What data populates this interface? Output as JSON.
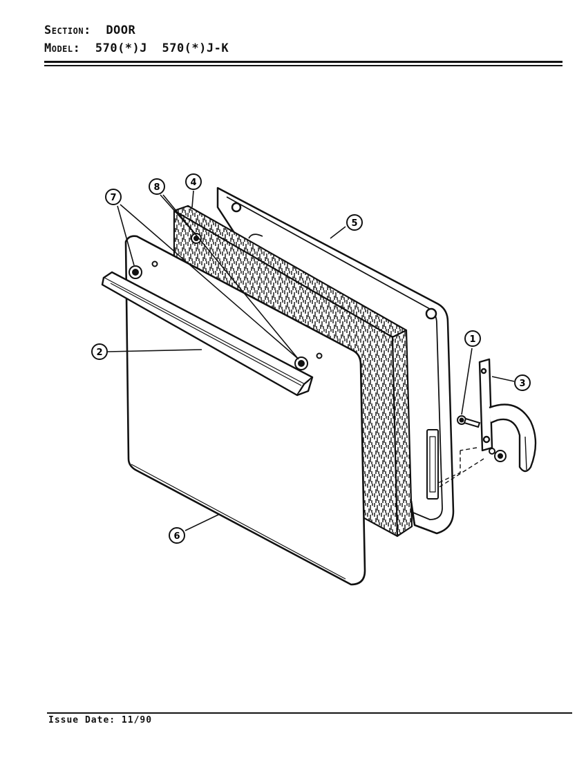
{
  "header": {
    "section_label": "Section:",
    "section_value": "DOOR",
    "model_label": "Model:",
    "model_value": "570(*)J  570(*)J-K"
  },
  "callouts": [
    "1",
    "2",
    "3",
    "4",
    "5",
    "6",
    "7",
    "8"
  ],
  "footer": {
    "issue_label": "Issue Date:",
    "issue_value": "11/90"
  }
}
